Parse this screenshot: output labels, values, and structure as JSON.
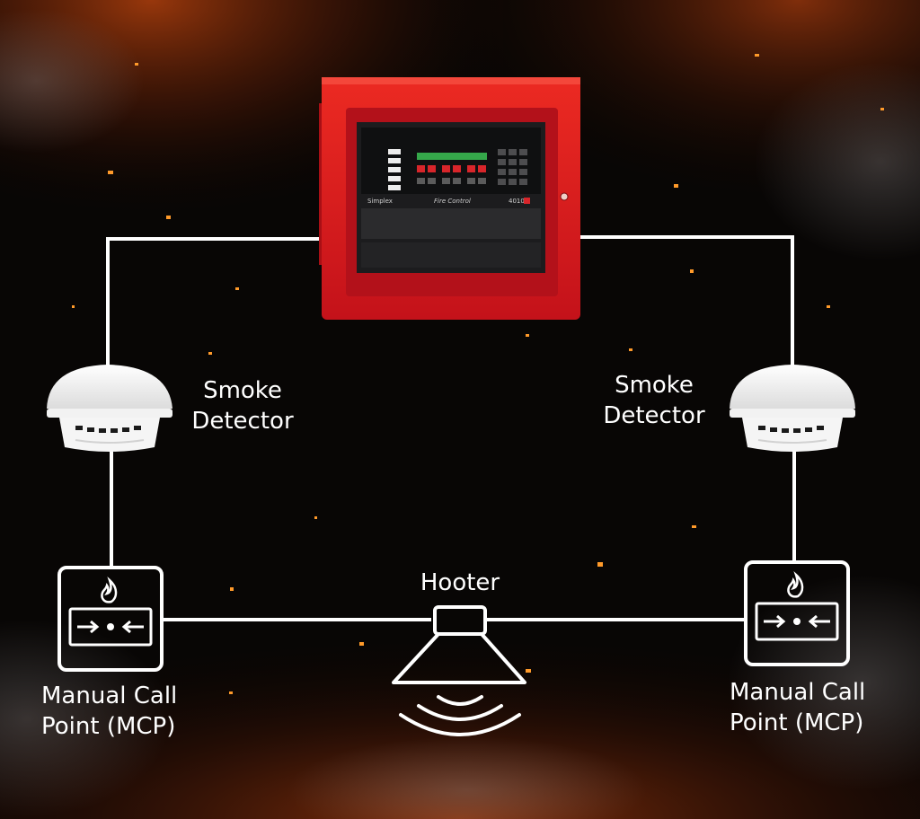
{
  "diagram": {
    "panel": {
      "brand": "Simplex",
      "label": "Fire Control",
      "model": "4010"
    },
    "labels": {
      "smoke_left": [
        "Smoke",
        "Detector"
      ],
      "smoke_right": [
        "Smoke",
        "Detector"
      ],
      "hooter": "Hooter",
      "mcp_left": [
        "Manual Call",
        "Point (MCP)"
      ],
      "mcp_right": [
        "Manual Call",
        "Point (MCP)"
      ]
    },
    "colors": {
      "panel_red": "#e0191b",
      "wire": "#ffffff",
      "background": "#080605",
      "fire": "#ff7a1a"
    }
  }
}
